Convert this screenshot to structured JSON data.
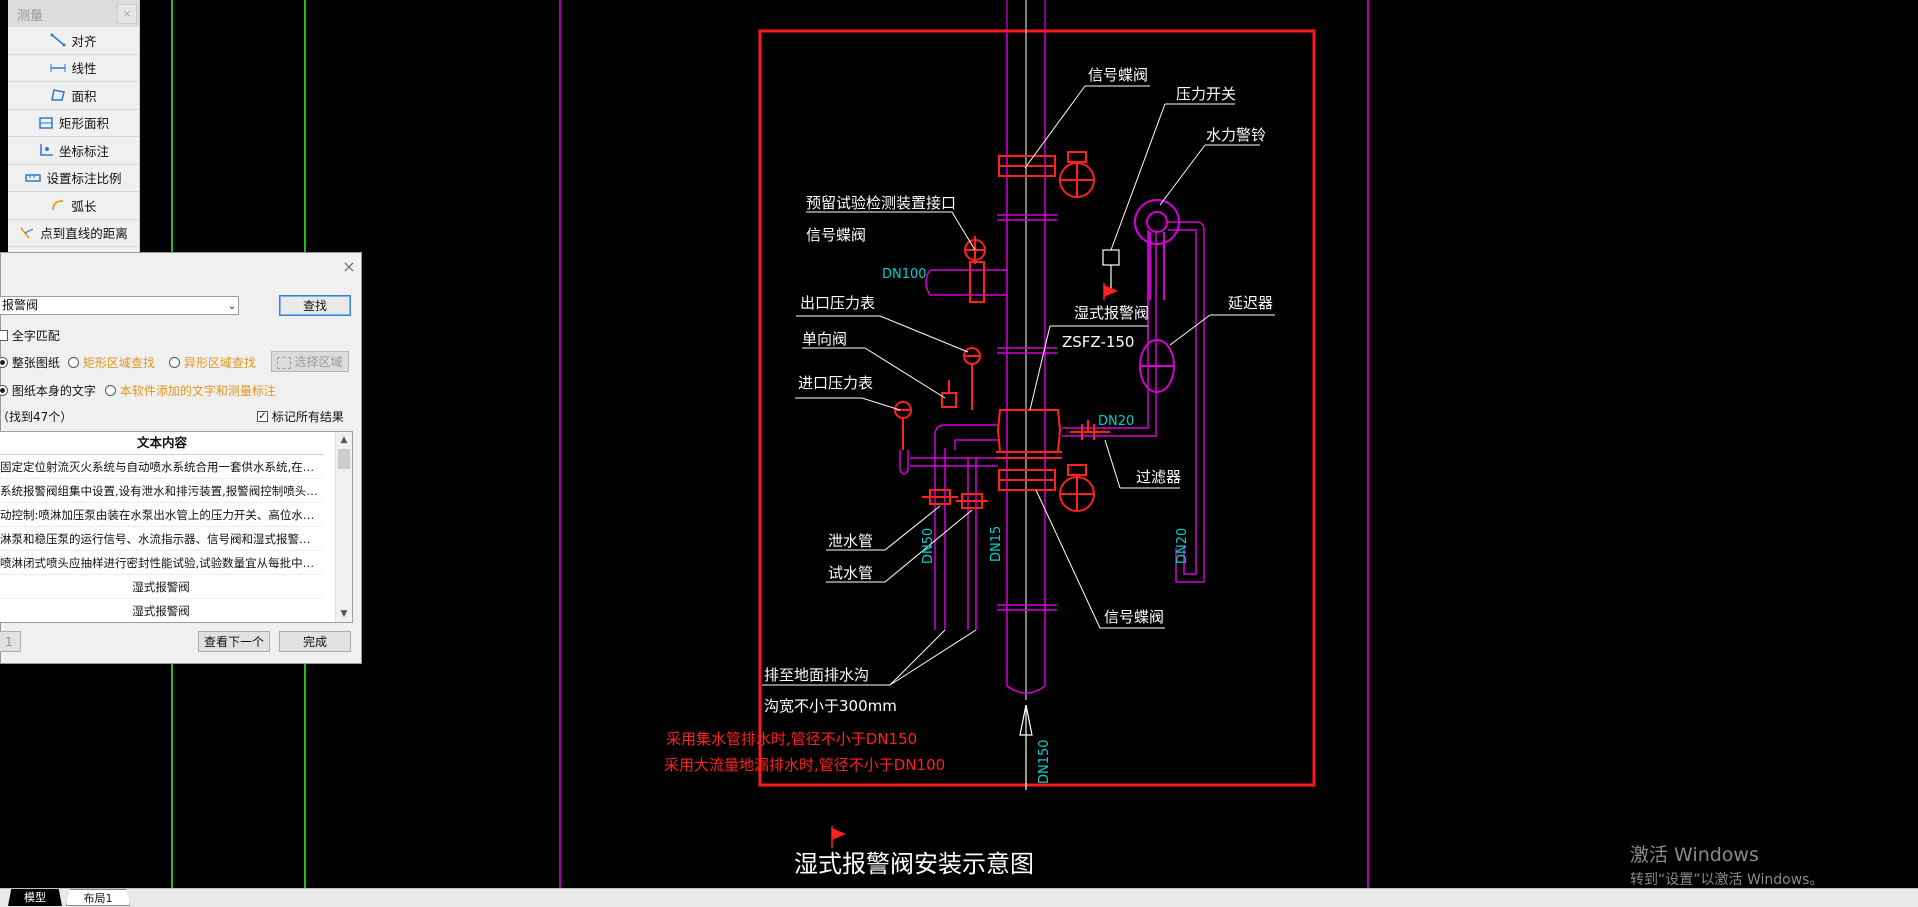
{
  "measure_panel": {
    "title": "测量",
    "close": "×",
    "items": [
      "对齐",
      "线性",
      "面积",
      "矩形面积",
      "坐标标注",
      "设置标注比例",
      "弧长",
      "点到直线的距离"
    ]
  },
  "find_dialog": {
    "close": "×",
    "search_value": "报警阀",
    "find_label": "查找",
    "whole_word_label": "全字匹配",
    "scope_whole": "整张图纸",
    "scope_rect": "矩形区域查找",
    "scope_irregular": "异形区域查找",
    "select_area_label": "选择区域",
    "source_drawing": "图纸本身的文字",
    "source_added": "本软件添加的文字和测量标注",
    "found_count": "（找到47个）",
    "mark_all_label": "标记所有结果",
    "column_header": "文本内容",
    "results": [
      "固定定位射流灭火系统与自动喷水系统合用一套供水系统,在…",
      "系统报警阀组集中设置,设有泄水和排污装置,报警阀控制喷头…",
      "动控制:喷淋加压泵由装在水泵出水管上的压力开关、高位水…",
      "淋泵和稳压泵的运行信号、水流指示器、信号阀和湿式报警…",
      "喷淋闭式喷头应抽样进行密封性能试验,试验数量宜从每批中…",
      "湿式报警阀",
      "湿式报警阀"
    ],
    "prev_label": "1",
    "next_label": "查看下一个",
    "done_label": "完成"
  },
  "drawing": {
    "labels": {
      "signal_butterfly_valve_top": "信号蝶阀",
      "pressure_switch": "压力开关",
      "water_alarm_bell": "水力警铃",
      "test_interface": "预留试验检测装置接口",
      "signal_butterfly_valve_left": "信号蝶阀",
      "outlet_pressure_gauge": "出口压力表",
      "wet_alarm_valve": "湿式报警阀",
      "model": "ZSFZ-150",
      "retarder": "延迟器",
      "check_valve": "单向阀",
      "inlet_pressure_gauge": "进口压力表",
      "filter": "过滤器",
      "drain_pipe": "泄水管",
      "test_pipe": "试水管",
      "signal_butterfly_valve_bottom": "信号蝶阀",
      "discharge_to_trench": "排至地面排水沟",
      "trench_width": "沟宽不小于300mm",
      "note1": "采用集水管排水时,管径不小于DN150",
      "note2": "采用大流量地漏排水时,管径不小于DN100",
      "title": "湿式报警阀安装示意图"
    },
    "dims": {
      "dn100": "DN100",
      "dn20_top": "DN20",
      "dn50": "DN50",
      "dn15": "DN15",
      "dn20_right": "DN20",
      "dn150": "DN150"
    },
    "colors": {
      "frame": "#ff1a1a",
      "pipe": "#d400d4",
      "symbol": "#ff2020",
      "text": "#ffffff",
      "dim": "#00d0d0",
      "grid_green": "#22bb22",
      "grid_magenta": "#b000b0"
    }
  },
  "status_bar": {
    "tab_model": "模型",
    "tab_layout": "布局1"
  },
  "watermark": {
    "line1": "激活 Windows",
    "line2": "转到“设置”以激活 Windows。"
  }
}
